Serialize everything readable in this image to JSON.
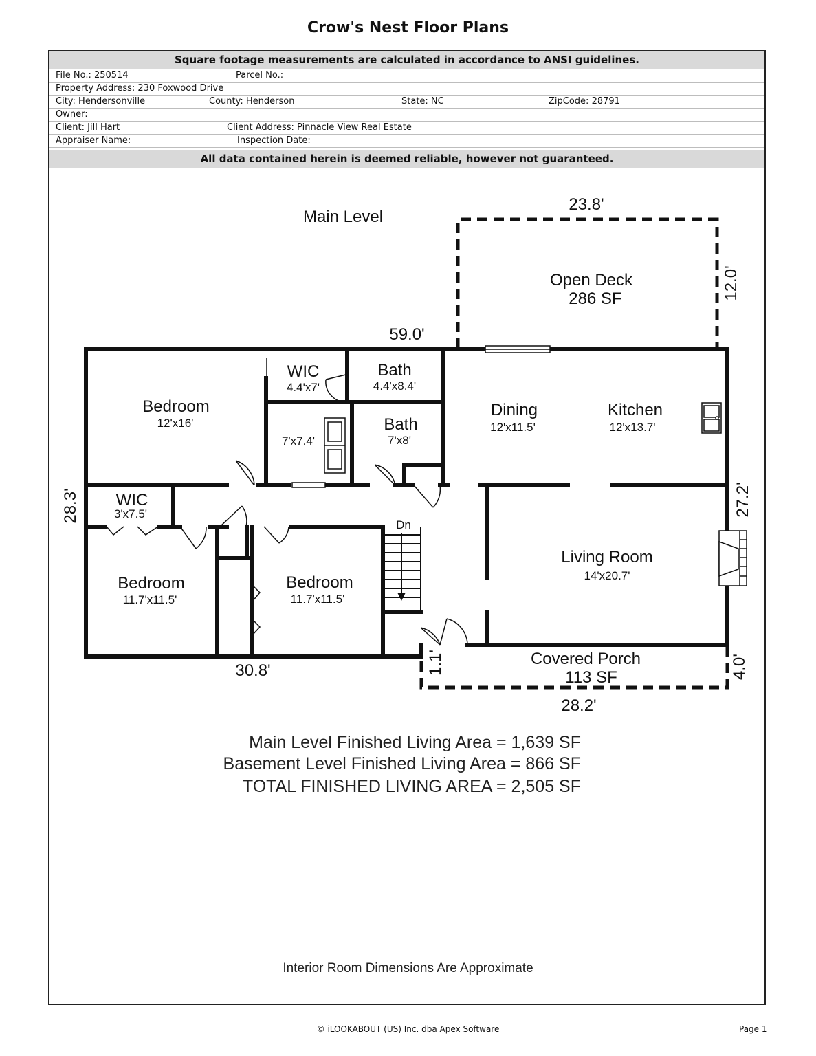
{
  "title": "Crow's Nest Floor Plans",
  "header": {
    "banner_top": "Square footage measurements are calculated in accordance to ANSI guidelines.",
    "banner_bottom": "All data contained herein is deemed reliable, however not guaranteed.",
    "rows": [
      {
        "a": "File No.: 250514",
        "b": "Parcel No.:",
        "c": "",
        "d": ""
      },
      {
        "a": "Property Address: 230 Foxwood Drive",
        "b": "",
        "c": "",
        "d": ""
      },
      {
        "a": "City: Hendersonville",
        "b": "County: Henderson",
        "c": "State: NC",
        "d": "ZipCode: 28791"
      },
      {
        "a": "Owner:",
        "b": "",
        "c": "",
        "d": ""
      },
      {
        "a": "Client: Jill Hart",
        "b": "Client Address: Pinnacle View Real Estate",
        "c": "",
        "d": ""
      },
      {
        "a": "Appraiser Name:",
        "b": "Inspection Date:",
        "c": "",
        "d": ""
      }
    ]
  },
  "plan": {
    "level_title": "Main Level",
    "dims": {
      "deck_width": "23.8'",
      "deck_depth": "12.0'",
      "top_width": "59.0'",
      "left_depth": "28.3'",
      "right_depth": "27.2'",
      "bottom_left": "30.8'",
      "porch_width": "28.2'",
      "porch_left": "1.1'",
      "porch_right": "4.0'"
    },
    "areas": {
      "deck_name": "Open Deck",
      "deck_sf": "286 SF",
      "porch_name": "Covered Porch",
      "porch_sf": "113 SF"
    },
    "rooms": [
      {
        "name": "Bedroom",
        "size": "12'x16'"
      },
      {
        "name": "WIC",
        "size": "4.4'x7'"
      },
      {
        "name": "Bath",
        "size": "4.4'x8.4'"
      },
      {
        "name": "",
        "size": "7'x7.4'"
      },
      {
        "name": "Bath",
        "size": "7'x8'"
      },
      {
        "name": "Dining",
        "size": "12'x11.5'"
      },
      {
        "name": "Kitchen",
        "size": "12'x13.7'"
      },
      {
        "name": "WIC",
        "size": "3'x7.5'"
      },
      {
        "name": "Bedroom",
        "size": "11.7'x11.5'"
      },
      {
        "name": "Bedroom",
        "size": "11.7'x11.5'"
      },
      {
        "name": "Living Room",
        "size": "14'x20.7'"
      }
    ],
    "stair_label": "Dn"
  },
  "summary": [
    "Main Level Finished Living Area = 1,639 SF",
    "Basement Level Finished Living Area = 866 SF",
    "TOTAL FINISHED LIVING AREA = 2,505 SF"
  ],
  "note": "Interior Room Dimensions Are Approximate",
  "footer": {
    "copyright": "© iLOOKABOUT (US) Inc. dba Apex Software",
    "page": "Page 1"
  }
}
